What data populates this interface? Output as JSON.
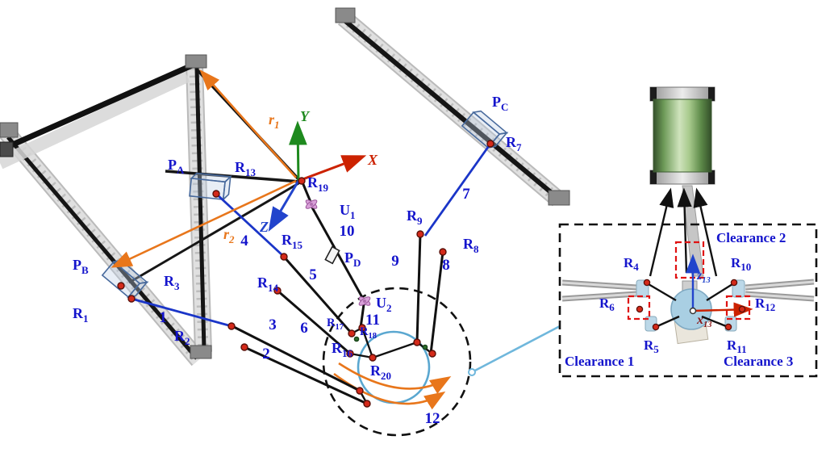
{
  "colors": {
    "label_blue": "#1414cc",
    "joint_red": "#d42a1a",
    "axis_x_red": "#cc2200",
    "axis_y_green": "#1e8a1e",
    "axis_z_blue": "#2244cc",
    "vector_orange": "#e8761b",
    "link_blue": "#1a35c8",
    "connector_blue": "#6fb7dc",
    "clearance_red": "#e01212",
    "cylinder_green": "#7fae6e"
  },
  "axes": {
    "x": "X",
    "y": "Y",
    "z": "Z"
  },
  "vectors": {
    "r1": {
      "main": "r",
      "sub": "1"
    },
    "r2": {
      "main": "r",
      "sub": "2"
    }
  },
  "links": {
    "n1": "1",
    "n2": "2",
    "n3": "3",
    "n4": "4",
    "n5": "5",
    "n6": "6",
    "n7": "7",
    "n8": "8",
    "n9": "9",
    "n10": "10",
    "n11": "11",
    "n12": "12"
  },
  "labels": {
    "PA": {
      "main": "P",
      "sub": "A"
    },
    "PB": {
      "main": "P",
      "sub": "B"
    },
    "PC": {
      "main": "P",
      "sub": "C"
    },
    "PD": {
      "main": "P",
      "sub": "D"
    },
    "U1": {
      "main": "U",
      "sub": "1"
    },
    "U2": {
      "main": "U",
      "sub": "2"
    },
    "R1": {
      "main": "R",
      "sub": "1"
    },
    "R2": {
      "main": "R",
      "sub": "2"
    },
    "R3": {
      "main": "R",
      "sub": "3"
    },
    "R4": {
      "main": "R",
      "sub": "4"
    },
    "R5": {
      "main": "R",
      "sub": "5"
    },
    "R6": {
      "main": "R",
      "sub": "6"
    },
    "R7": {
      "main": "R",
      "sub": "7"
    },
    "R8": {
      "main": "R",
      "sub": "8"
    },
    "R9": {
      "main": "R",
      "sub": "9"
    },
    "R10": {
      "main": "R",
      "sub": "10"
    },
    "R11": {
      "main": "R",
      "sub": "11"
    },
    "R12": {
      "main": "R",
      "sub": "12"
    },
    "R13": {
      "main": "R",
      "sub": "13"
    },
    "R14": {
      "main": "R",
      "sub": "14"
    },
    "R15": {
      "main": "R",
      "sub": "15"
    },
    "R16": {
      "main": "R",
      "sub": "16"
    },
    "R17": {
      "main": "R",
      "sub": "17"
    },
    "R18": {
      "main": "R",
      "sub": "18"
    },
    "R19": {
      "main": "R",
      "sub": "19"
    },
    "R20": {
      "main": "R",
      "sub": "20"
    }
  },
  "detail": {
    "clearance1": "Clearance 1",
    "clearance2": "Clearance 2",
    "clearance3": "Clearance 3",
    "z13": {
      "main": "z",
      "sub": "13"
    },
    "x13": {
      "main": "x",
      "sub": "13"
    }
  }
}
